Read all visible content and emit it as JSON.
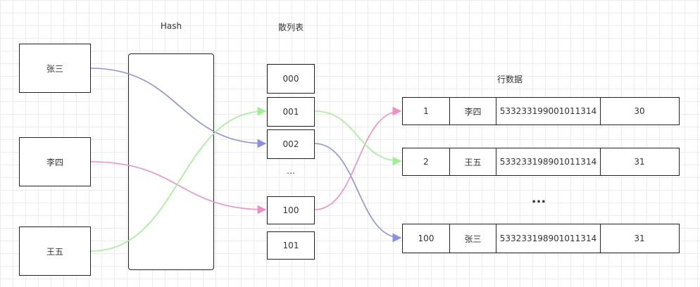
{
  "labels": {
    "hash": "Hash",
    "hash_table": "散列表",
    "row_data": "行数据",
    "table_ellipsis": "...",
    "rows_ellipsis": "..."
  },
  "keys": [
    "张三",
    "李四",
    "王五"
  ],
  "slots": [
    "000",
    "001",
    "002",
    "100",
    "101"
  ],
  "rows": [
    [
      "1",
      "李四",
      "533233199001011314",
      "30"
    ],
    [
      "2",
      "王五",
      "533233198901011314",
      "31"
    ],
    [
      "100",
      "张三",
      "533233198901011314",
      "31"
    ]
  ],
  "colors": {
    "zhangsan_edge": "#8b8fe8",
    "lisi_edge": "#f38fc0",
    "wangwu_edge": "#9ef28f"
  }
}
